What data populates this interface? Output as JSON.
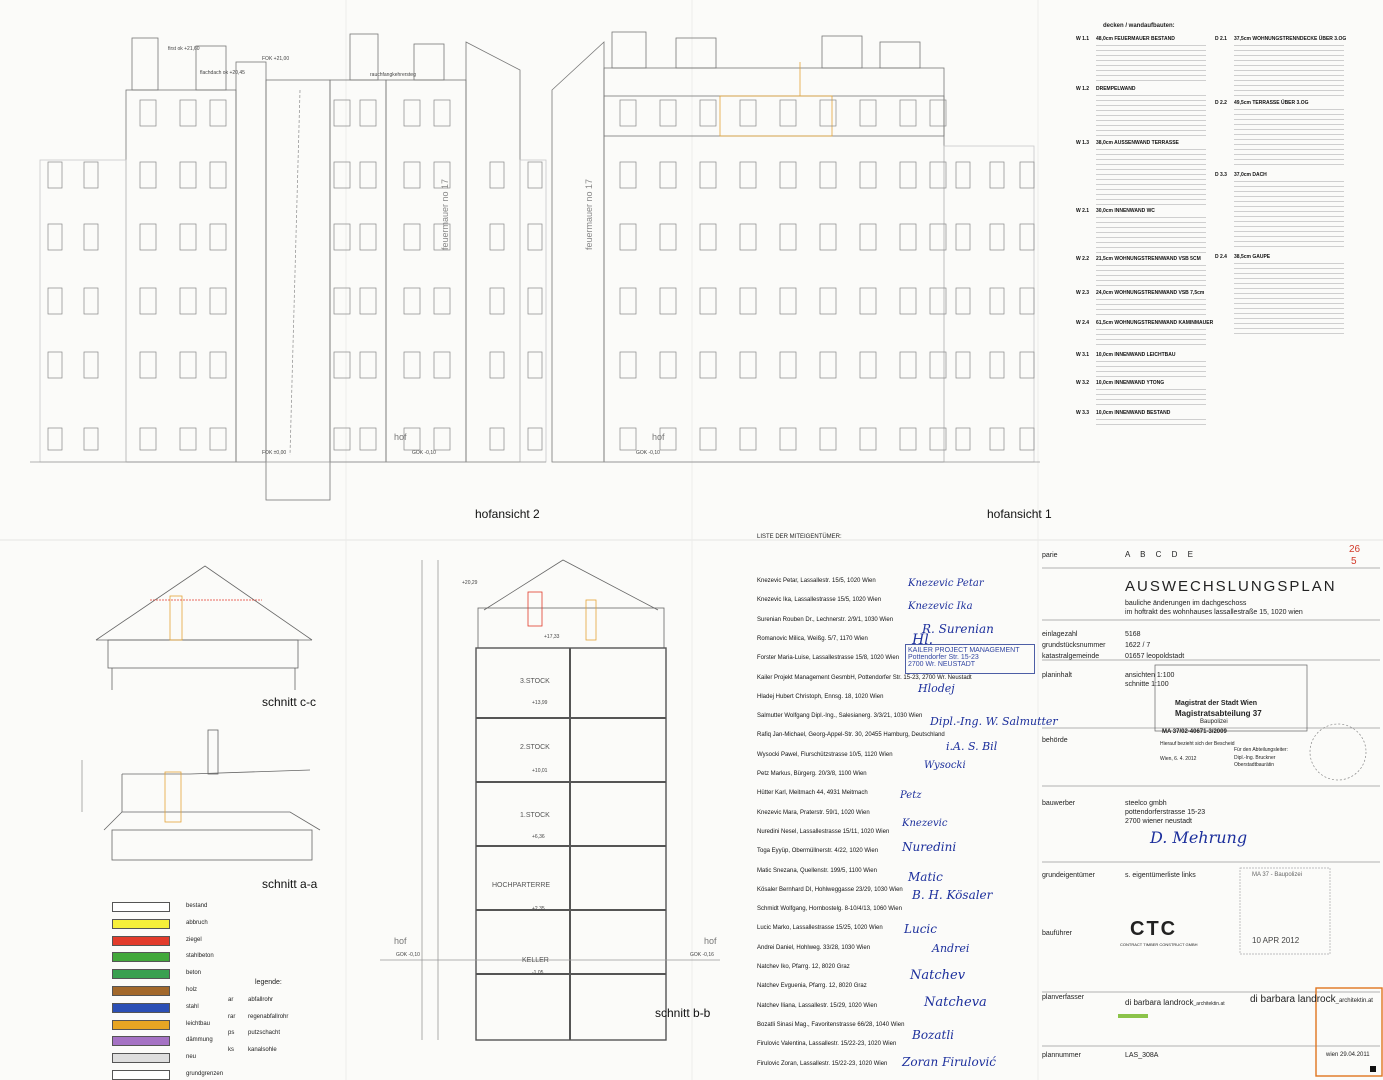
{
  "views": {
    "hofansicht2": "hofansicht 2",
    "hofansicht1": "hofansicht 1",
    "schnitt_cc": "schnitt c-c",
    "schnitt_aa": "schnitt a-a",
    "schnitt_bb": "schnitt b-b"
  },
  "facade_marks": {
    "firewall": "feuermauer no 17",
    "hof": "hof",
    "fok_top": "FOK +21,00",
    "fok_bottom": "FOK ±0,00",
    "gok": "GOK -0,10",
    "first": "first ok +21,60",
    "flachdach": "flachdach ok +20,45",
    "rauchfang": "rauchfangkehrersteg"
  },
  "floors": [
    "3.STOCK",
    "2.STOCK",
    "1.STOCK",
    "HOCHPARTERRE",
    "KELLER"
  ],
  "section_levels": [
    "+20,29",
    "+17,33",
    "+13,99",
    "+10,01",
    "+6,36",
    "+2,35",
    "GOK -0,10",
    "GOK -0,16",
    "-1,05"
  ],
  "legend": {
    "title": "legende:",
    "items": [
      {
        "label": "bestand",
        "color": "#ffffff"
      },
      {
        "label": "abbruch",
        "color": "#f6ef3a"
      },
      {
        "label": "ziegel",
        "color": "#e23b2b"
      },
      {
        "label": "stahlbeton",
        "color": "#42a83b"
      },
      {
        "label": "beton",
        "color": "#3aa050"
      },
      {
        "label": "holz",
        "color": "#a2682b"
      },
      {
        "label": "stahl",
        "color": "#2b4fb5"
      },
      {
        "label": "leichtbau",
        "color": "#e6a523"
      },
      {
        "label": "dämmung",
        "color": "#a572c4"
      },
      {
        "label": "neu",
        "color": "#dedede"
      },
      {
        "label": "grundgrenzen",
        "color": "#ffffff"
      }
    ],
    "abbr": [
      {
        "k": "ar",
        "v": "abfallrohr"
      },
      {
        "k": "rar",
        "v": "regenabfallrohr"
      },
      {
        "k": "ps",
        "v": "putzschacht"
      },
      {
        "k": "ks",
        "v": "kanalsohle"
      }
    ]
  },
  "owners": {
    "title": "LISTE DER MITEIGENTÜMER:",
    "list": [
      "Knezevic Petar, Lassallestr. 15/5, 1020 Wien",
      "Knezevic Ika, Lassallestrasse 15/5, 1020 Wien",
      "Surenian Rouben Dr., Lechnerstr. 2/9/1, 1030 Wien",
      "Romanovic Milica, Weißg. 5/7, 1170 Wien",
      "Forster Maria-Luise, Lassallestrasse 15/8, 1020 Wien",
      "Kailer Projekt Management GesmbH, Pottendorfer Str. 15-23, 2700 Wr. Neustadt",
      "Hladej Hubert Christoph, Ennsg. 18, 1020 Wien",
      "Salmutter Wolfgang Dipl.-Ing., Salesianerg. 3/3/21, 1030 Wien",
      "Rafiq Jan-Michael, Georg-Appel-Str. 30, 20455 Hamburg, Deutschland",
      "Wysocki Pawel, Flurschützstrasse 10/5, 1120 Wien",
      "Petz Markus, Bürgerg. 20/3/8, 1100 Wien",
      "Hütter Karl, Meitmach 44, 4931 Meitmach",
      "Knezevic Mara, Praterstr. 59/1, 1020 Wien",
      "Nuredini Nesel, Lassallestrasse 15/11, 1020 Wien",
      "Toga Eyyüp, Obermüllnerstr. 4/22, 1020 Wien",
      "Matic Snezana, Quellenstr. 199/5, 1100 Wien",
      "Kösaler Bernhard DI, Hohlweggasse 23/29, 1030 Wien",
      "Schmidt Wolfgang, Hornbostelg. 8-10/4/13, 1060 Wien",
      "Lucic Marko, Lassallestrasse 15/25, 1020 Wien",
      "Andrei Daniel, Hohlweg. 33/28, 1030 Wien",
      "Natchev Iko, Pfarrg. 12, 8020 Graz",
      "Natchev Evguenia, Pfarrg. 12, 8020 Graz",
      "Natchev Iliana, Lassallestr. 15/29, 1020 Wien",
      "Bozatli Sinasi Mag., Favoritenstrasse 66/28, 1040 Wien",
      "Firulovic Valentina, Lassallestr. 15/22-23, 1020 Wien",
      "Firulovic Zoran, Lassallestr. 15/22-23, 1020 Wien"
    ]
  },
  "titleblock": {
    "parie_label": "parie",
    "parie_letters": "A B C D E",
    "page_mark": "26",
    "page_mark2": "5",
    "title": "AUSWECHSLUNGSPLAN",
    "subtitle1": "bauliche änderungen im dachgeschoss",
    "subtitle2": "im hoftrakt des wohnhauses lassallestraße 15, 1020 wien",
    "rows": [
      {
        "k": "einlagezahl",
        "v": "5168"
      },
      {
        "k": "grundstücksnummer",
        "v": "1622 / 7"
      },
      {
        "k": "katastralgemeinde",
        "v": "01657 leopoldstadt"
      },
      {
        "k": "planinhalt",
        "v": "ansichten 1:100"
      },
      {
        "k": "",
        "v": "schnitte 1:100"
      }
    ],
    "behoerde_label": "behörde",
    "stamp_magistrat": "Magistrat der Stadt Wien",
    "stamp_ma": "Magistratsabteilung 37",
    "stamp_bp": "Baupolizei",
    "stamp_zahl": "MA 37/02-40671-3/2009",
    "stamp_note": "Hierauf bezieht sich der Bescheid",
    "stamp_date": "Wien, 6. 4. 2012",
    "stamp_leiter": "Für den Abteilungsleiter:",
    "stamp_name": "Dipl.-Ing. Bruckner",
    "stamp_role": "Oberstadtbaurätin",
    "bauwerber_label": "bauwerber",
    "bauwerber": [
      "steelco gmbh",
      "pottendorferstrasse 15-23",
      "2700 wiener neustadt"
    ],
    "grund_label": "grundeigentümer",
    "grund_val": "s. eigentümerliste links",
    "baufuehrer_label": "bauführer",
    "baufuehrer_logo": "CTC",
    "baufuehrer_sub": "CONTRACT TIMBER CONSTRUCT GMBH",
    "ma37_stamp": "MA 37 - Baupolizei",
    "ma37_date": "10 APR 2012",
    "planverfasser_label": "planverfasser",
    "planverfasser": "di barbara landrock",
    "planverfasser_small": "_architektin.at",
    "planverfasser_big": "di barbara landrock",
    "planverfasser_big2": "_architektin.at",
    "plannummer_label": "plannummer",
    "plannummer": "LAS_308A",
    "plan_date": "wien 29.04.2011"
  },
  "spec": {
    "title": "decken / wandaufbauten:",
    "left": [
      {
        "code": "W 1.1",
        "title": "48,0cm FEUERMAUER BESTAND"
      },
      {
        "code": "W 1.2",
        "title": "DREMPELWAND"
      },
      {
        "code": "W 1.3",
        "title": "38,0cm AUSSENWAND TERRASSE"
      },
      {
        "code": "W 2.1",
        "title": "30,0cm INNENWAND WC"
      },
      {
        "code": "W 2.2",
        "title": "21,5cm WOHNUNGSTRENNWAND VSB 5CM"
      },
      {
        "code": "W 2.3",
        "title": "24,0cm WOHNUNGSTRENNWAND VSB 7,5cm"
      },
      {
        "code": "W 2.4",
        "title": "61,5cm WOHNUNGSTRENNWAND KAMINMAUER"
      },
      {
        "code": "W 3.1",
        "title": "10,0cm INNENWAND LEICHTBAU"
      },
      {
        "code": "W 3.2",
        "title": "10,0cm INNENWAND YTONG"
      },
      {
        "code": "W 3.3",
        "title": "10,0cm INNENWAND BESTAND"
      }
    ],
    "right": [
      {
        "code": "D 2.1",
        "title": "37,5cm WOHNUNGSTRENNDECKE ÜBER 3.OG"
      },
      {
        "code": "D 2.2",
        "title": "49,5cm TERRASSE ÜBER 3.OG"
      },
      {
        "code": "D 3.3",
        "title": "37,0cm DACH"
      },
      {
        "code": "D 2.4",
        "title": "38,5cm GAUPE"
      }
    ]
  }
}
